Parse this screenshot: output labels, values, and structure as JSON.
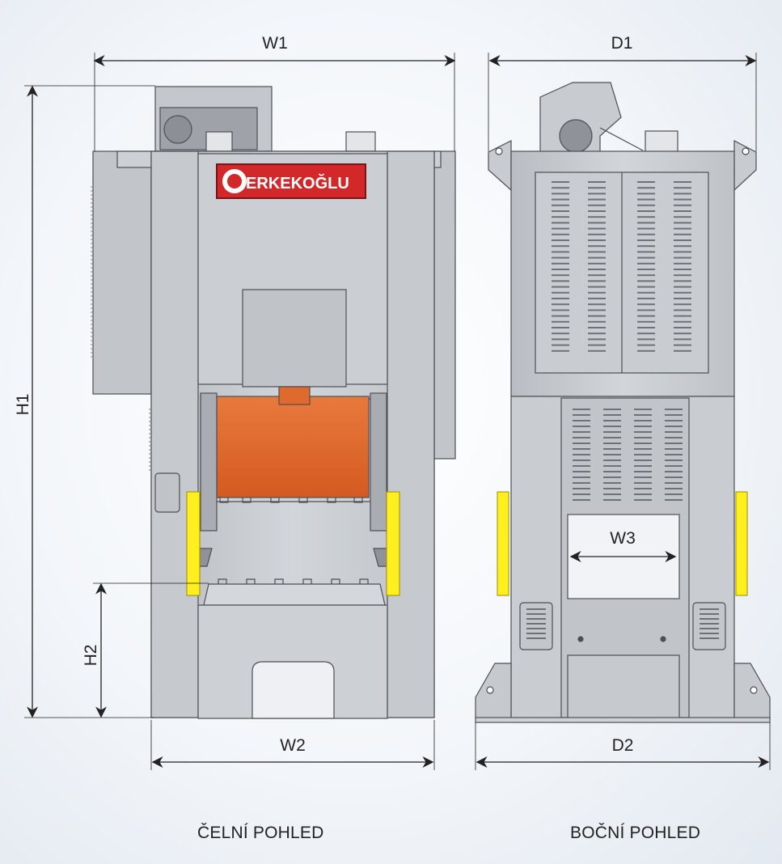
{
  "brand": {
    "logo_text": "ERKEKOĞLU"
  },
  "dimensions": {
    "w1": "W1",
    "w2": "W2",
    "w3": "W3",
    "h1": "H1",
    "h2": "H2",
    "d1": "D1",
    "d2": "D2"
  },
  "captions": {
    "front_view": "ČELNÍ POHLED",
    "side_view": "BOČNÍ POHLED"
  },
  "colors": {
    "machine_body": "#c9ccd1",
    "machine_outline": "#4d4f54",
    "ram_orange": "#e06a2e",
    "guard_yellow": "#ffef1f",
    "logo_red": "#d3282a"
  }
}
